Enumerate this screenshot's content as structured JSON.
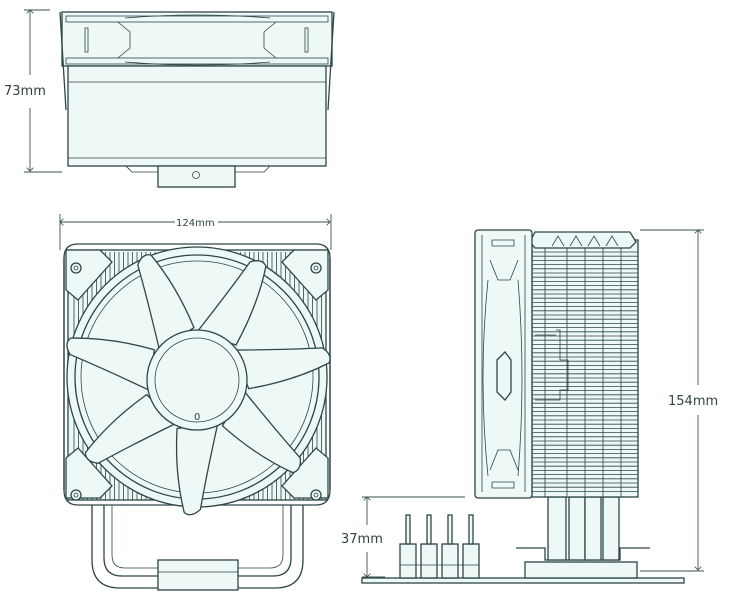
{
  "title": "CPU cooler dimension drawing",
  "colors": {
    "line": "#2d4646",
    "fill": "#eef8f7",
    "background": "#ffffff"
  },
  "dimensions": {
    "height_top_view": "73mm",
    "width_front_view": "124mm",
    "total_height_side_view": "154mm",
    "ram_clearance": "37mm"
  },
  "fan_hub_mark": "0"
}
